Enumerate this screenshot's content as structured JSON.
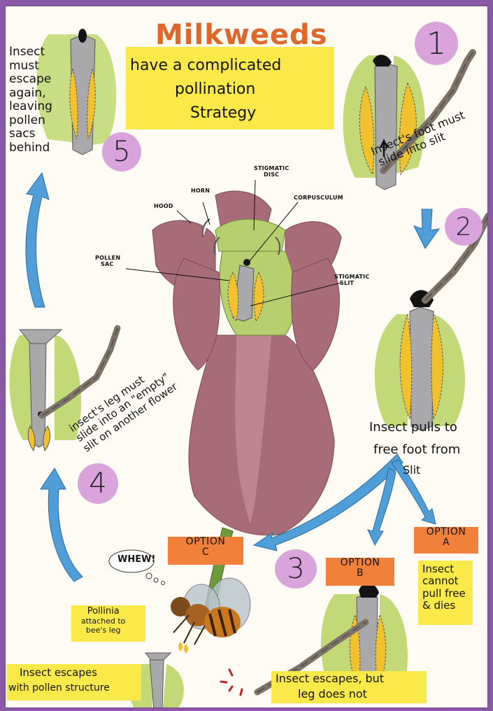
{
  "title": {
    "line1": "Milkweeds",
    "line2": "have a complicated",
    "line3": "pollination",
    "line4": "Strategy"
  },
  "flower_labels": {
    "horn": "HORN",
    "stigmatic_disc_1": "STIGMATIC",
    "stigmatic_disc_2": "DISC",
    "corpusculum": "CORPUSCULUM",
    "hood": "HOOD",
    "pollen_sac_1": "POLLEN",
    "pollen_sac_2": "SAC",
    "stigmatic_slit_1": "STIGMATIC",
    "stigmatic_slit_2": "SLIT"
  },
  "steps": {
    "s1": {
      "number": "1",
      "line1": "Insect's foot must",
      "line2": "slide into slit"
    },
    "s2": {
      "number": "2",
      "line1": "Insect pulls to",
      "line2": "free foot from",
      "line3": "Slit"
    },
    "s3": {
      "number": "3"
    },
    "s4": {
      "number": "4",
      "line1": "insect's leg must",
      "line2": "slide into an \"empty\"",
      "line3": "slit on another flower"
    },
    "s5": {
      "number": "5",
      "l1": "Insect",
      "l2": "must",
      "l3": "escape",
      "l4": "again,",
      "l5": "leaving",
      "l6": "pollen",
      "l7": "sacs",
      "l8": "behind"
    }
  },
  "options": {
    "a": {
      "label": "OPTION",
      "letter": "A",
      "l1": "Insect",
      "l2": "cannot",
      "l3": "pull free",
      "l4": "& dies"
    },
    "b": {
      "label": "OPTION",
      "letter": "B",
      "l1": "Insect escapes, but",
      "l2": "leg does not"
    },
    "c": {
      "label": "OPTION",
      "letter": "C",
      "l1": "Insect escapes",
      "l2": "with pollen structure"
    }
  },
  "whew": "WHEW!",
  "pollinia": {
    "l1": "Pollinia",
    "l2": "attached to",
    "l3": "bee's leg"
  },
  "colors": {
    "frame": "#8a5aa6",
    "flower": "#a86b78",
    "leaf_green": "#c3d978",
    "pollen_yellow": "#f2c12e",
    "arrow_blue": "#4f9ed8",
    "step_circle": "#d9a3dc",
    "option_orange": "#f0803a",
    "note_yellow": "#fbe94a"
  }
}
